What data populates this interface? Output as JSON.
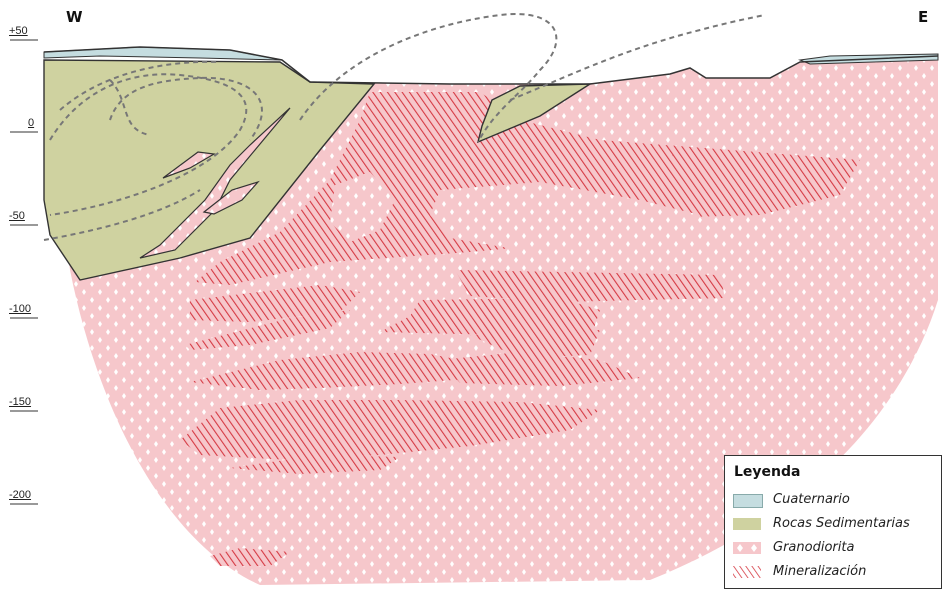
{
  "directions": {
    "west": "W",
    "east": "E"
  },
  "elevations": [
    "+50",
    "0",
    "-50",
    "-100",
    "-150",
    "-200"
  ],
  "legend": {
    "title": "Leyenda",
    "items": [
      {
        "label": "Cuaternario",
        "color": "#c5dde0"
      },
      {
        "label": "Rocas Sedimentarias",
        "color": "#cfd2a0"
      },
      {
        "label": "Granodiorita",
        "color": "#f6c7cb"
      },
      {
        "label": "Mineralización",
        "color": "#d64048"
      }
    ]
  }
}
